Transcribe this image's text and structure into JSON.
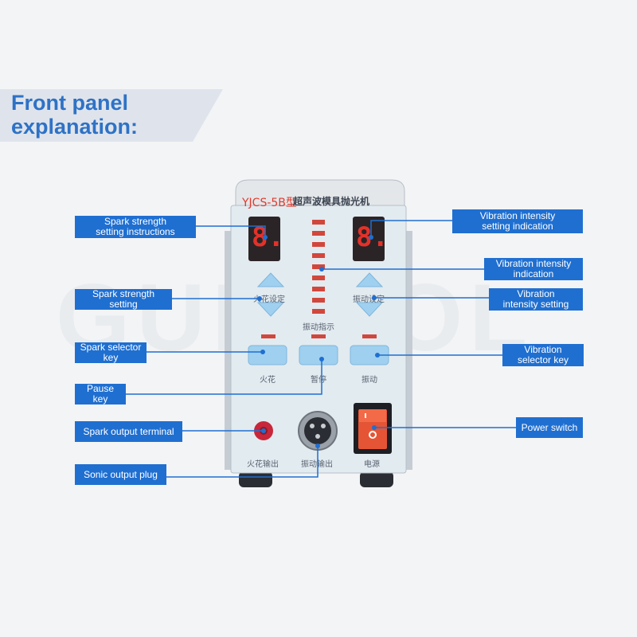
{
  "title": "Front panel\nexplanation:",
  "watermark": "GUITOOL",
  "device": {
    "model": "YJCS-5B型",
    "name_cn": "超声波模具抛光机",
    "digit_left": "8.",
    "digit_right": "8.",
    "spark_set_cn": "火花设定",
    "vib_set_cn": "振动设定",
    "vib_indicator_cn": "振动指示",
    "spark_key_cn": "火花",
    "pause_key_cn": "暂停",
    "vib_key_cn": "振动",
    "spark_out_cn": "火花输出",
    "vib_out_cn": "振动输出",
    "power_cn": "电源"
  },
  "labels": {
    "spark_strength_instructions": "Spark strength\nsetting instructions",
    "spark_strength_setting": "Spark strength setting",
    "spark_selector_key": "Spark selector key",
    "pause_key": "Pause key",
    "spark_output_terminal": "Spark output terminal",
    "sonic_output_plug": "Sonic output plug",
    "vibration_intensity_setting_indication": "Vibration intensity\nsetting indication",
    "vibration_intensity_indication": "Vibration intensity\nindication",
    "vibration_intensity_setting": "Vibration\nintensity setting",
    "vibration_selector_key": "Vibration\nselector key",
    "power_switch": "Power switch"
  },
  "colors": {
    "label_bg": "#1f6fd1",
    "title": "#2e72c6",
    "digit": "#e2322a",
    "panel": "#dfe9ef",
    "button": "#9fd0f0"
  }
}
